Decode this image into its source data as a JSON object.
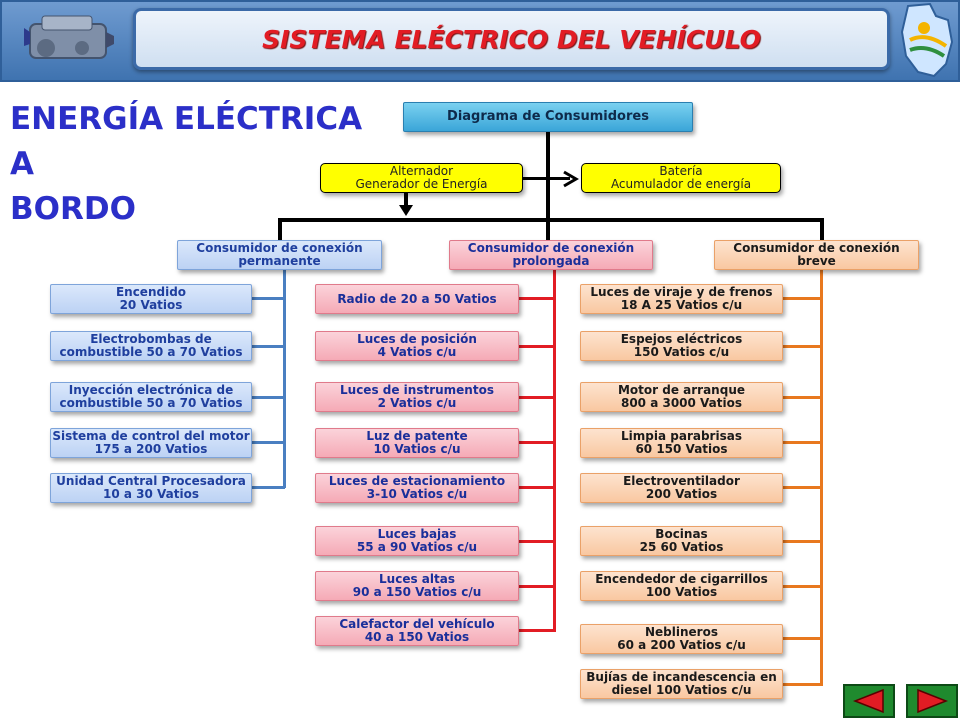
{
  "header": {
    "title": "SISTEMA ELÉCTRICO DEL VEHÍCULO"
  },
  "section_title": "ENERGÍA ELÉCTRICA A\nBORDO",
  "diagram": {
    "root": "Diagrama de Consumidores",
    "alternator": "Alternador\nGenerador de Energía",
    "battery": "Batería\nAcumulador de energía",
    "categories": {
      "permanent": "Consumidor de conexión\npermanente",
      "prolonged": "Consumidor de conexión\nprolongada",
      "brief": "Consumidor de conexión\nbreve"
    },
    "permanent_items": [
      "Encendido\n20 Vatios",
      "Electrobombas de\ncombustible 50 a 70 Vatios",
      "Inyección electrónica de\ncombustible 50 a 70 Vatios",
      "Sistema de control del motor\n175 a 200 Vatios",
      "Unidad Central Procesadora\n10 a 30 Vatios"
    ],
    "prolonged_items": [
      "Radio de 20 a 50 Vatios",
      "Luces de posición\n4 Vatios c/u",
      "Luces de instrumentos\n2 Vatios c/u",
      "Luz de patente\n10 Vatios c/u",
      "Luces de estacionamiento\n3-10 Vatios c/u",
      "Luces bajas\n55 a 90 Vatios c/u",
      "Luces altas\n90 a 150 Vatios c/u",
      "Calefactor del vehículo\n40 a 150 Vatios"
    ],
    "brief_items": [
      "Luces de viraje y de frenos\n18  A 25 Vatios c/u",
      "Espejos eléctricos\n150 Vatios c/u",
      "Motor de arranque\n800 a 3000 Vatios",
      "Limpia parabrisas\n60 150 Vatios",
      "Electroventilador\n200 Vatios",
      "Bocinas\n25 60 Vatios",
      "Encendedor de cigarrillos\n100 Vatios",
      "Neblineros\n60 a 200 Vatios c/u",
      "Bujías de incandescencia en\ndiesel 100 Vatios c/u"
    ]
  },
  "nav": {
    "prev": "previous-arrow-icon",
    "next": "next-arrow-icon"
  },
  "colors": {
    "header_bg": "#4a7fb5",
    "title_red": "#e21c24",
    "blue_line": "#4a7fc1",
    "red_line": "#e21c24",
    "orange_line": "#e8781e"
  }
}
